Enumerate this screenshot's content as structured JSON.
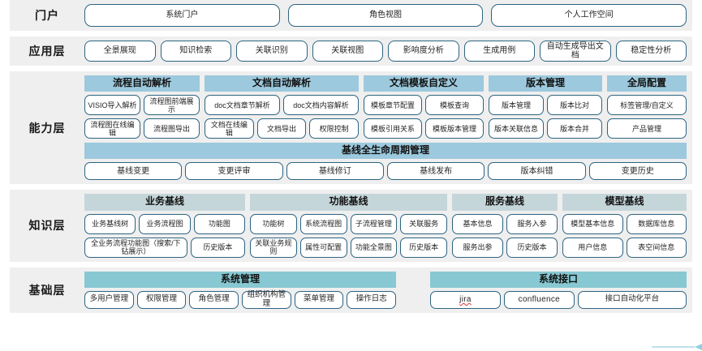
{
  "layers": [
    {
      "id": "portal",
      "label": "门户",
      "items": [
        "系统门户",
        "角色视图",
        "个人工作空间"
      ]
    },
    {
      "id": "application",
      "label": "应用层",
      "items": [
        "全景展现",
        "知识检索",
        "关联识别",
        "关联视图",
        "影响度分析",
        "生成用例",
        "自动生成导出文档",
        "稳定性分析"
      ]
    },
    {
      "id": "capability",
      "label": "能力层",
      "groups": [
        {
          "title": "流程自动解析",
          "rows": [
            [
              "VISIO导入解析",
              "流程图前端展示"
            ],
            [
              "流程图在线编辑",
              "流程图导出"
            ]
          ]
        },
        {
          "title": "文档自动解析",
          "rows": [
            [
              "doc文档章节解析",
              "doc文档内容解析"
            ],
            [
              "文档在线编辑",
              "文档导出",
              "权限控制"
            ]
          ]
        },
        {
          "title": "文档模板自定义",
          "rows": [
            [
              "模板章节配置",
              "模板查询"
            ],
            [
              "模板引用关系",
              "模板版本管理"
            ]
          ]
        },
        {
          "title": "版本管理",
          "rows": [
            [
              "版本管理",
              "版本比对"
            ],
            [
              "版本关联信息",
              "版本合并"
            ]
          ]
        },
        {
          "title": "全局配置",
          "rows": [
            [
              "标签管理/自定义"
            ],
            [
              "产品管理"
            ]
          ]
        }
      ],
      "full_strip": {
        "title": "基线全生命周期管理",
        "items": [
          "基线变更",
          "变更评审",
          "基线修订",
          "基线发布",
          "版本纠错",
          "变更历史"
        ]
      }
    },
    {
      "id": "knowledge",
      "label": "知识层",
      "groups": [
        {
          "title": "业务基线",
          "rows": [
            [
              "业务基线树",
              "业务流程图",
              "功能图"
            ],
            [
              "全业务流程功能图（搜索/下钻展示）",
              "历史版本"
            ]
          ]
        },
        {
          "title": "功能基线",
          "rows": [
            [
              "功能树",
              "系统流程图",
              "子流程管理",
              "关联服务"
            ],
            [
              "关联业务规则",
              "属性可配置",
              "功能全景图",
              "历史版本"
            ]
          ]
        },
        {
          "title": "服务基线",
          "rows": [
            [
              "基本信息",
              "服务入参"
            ],
            [
              "服务出参",
              "历史版本"
            ]
          ]
        },
        {
          "title": "模型基线",
          "rows": [
            [
              "模型基本信息",
              "数据库信息"
            ],
            [
              "用户信息",
              "表空间信息"
            ]
          ]
        }
      ]
    },
    {
      "id": "foundation",
      "label": "基础层",
      "groups": [
        {
          "title": "系统管理",
          "rows": [
            [
              "多用户管理",
              "权限管理",
              "角色管理",
              "组织机构管理",
              "菜单管理",
              "操作日志"
            ]
          ]
        },
        {
          "title": "系统接口",
          "rows": [
            [
              "jira",
              "confluence",
              "接口自动化平台"
            ]
          ]
        }
      ]
    }
  ],
  "colors": {
    "band_bg": "#efefef",
    "pill_border": "#2d6480",
    "capability_header": "#9cc9dd",
    "knowledge_header": "#c5d6da",
    "foundation_header": "#87c8d2",
    "arrow": "#8fd0e0"
  }
}
